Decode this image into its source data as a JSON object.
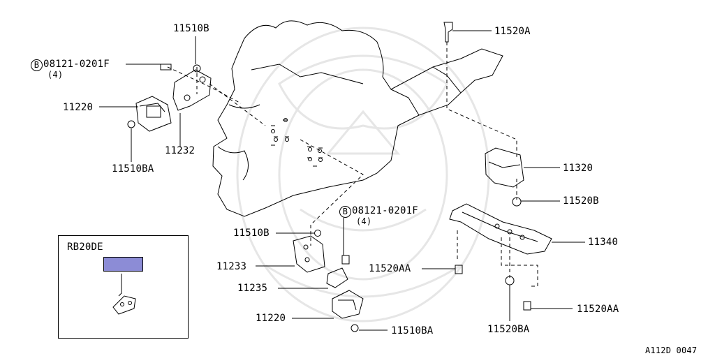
{
  "diagram": {
    "labels": {
      "p11510B_top": "11510B",
      "p08121_top": "08121-0201F",
      "p08121_top_qty": "(4)",
      "p11220_left": "11220",
      "p11232": "11232",
      "p11510BA_left": "11510BA",
      "p11520A": "11520A",
      "p11320": "11320",
      "p11520B": "11520B",
      "p11340": "11340",
      "p11520AA_left": "11520AA",
      "p11520AA_right": "11520AA",
      "p11520BA": "11520BA",
      "p11510B_mid": "11510B",
      "p08121_mid": "08121-0201F",
      "p08121_mid_qty": "(4)",
      "p11233": "11233",
      "p11235": "11235",
      "p11220_mid": "11220",
      "p11510BA_mid": "11510BA"
    },
    "bolt_prefix": "B",
    "inset": {
      "title": "RB20DE"
    },
    "footer_code": "A112D 0047"
  }
}
